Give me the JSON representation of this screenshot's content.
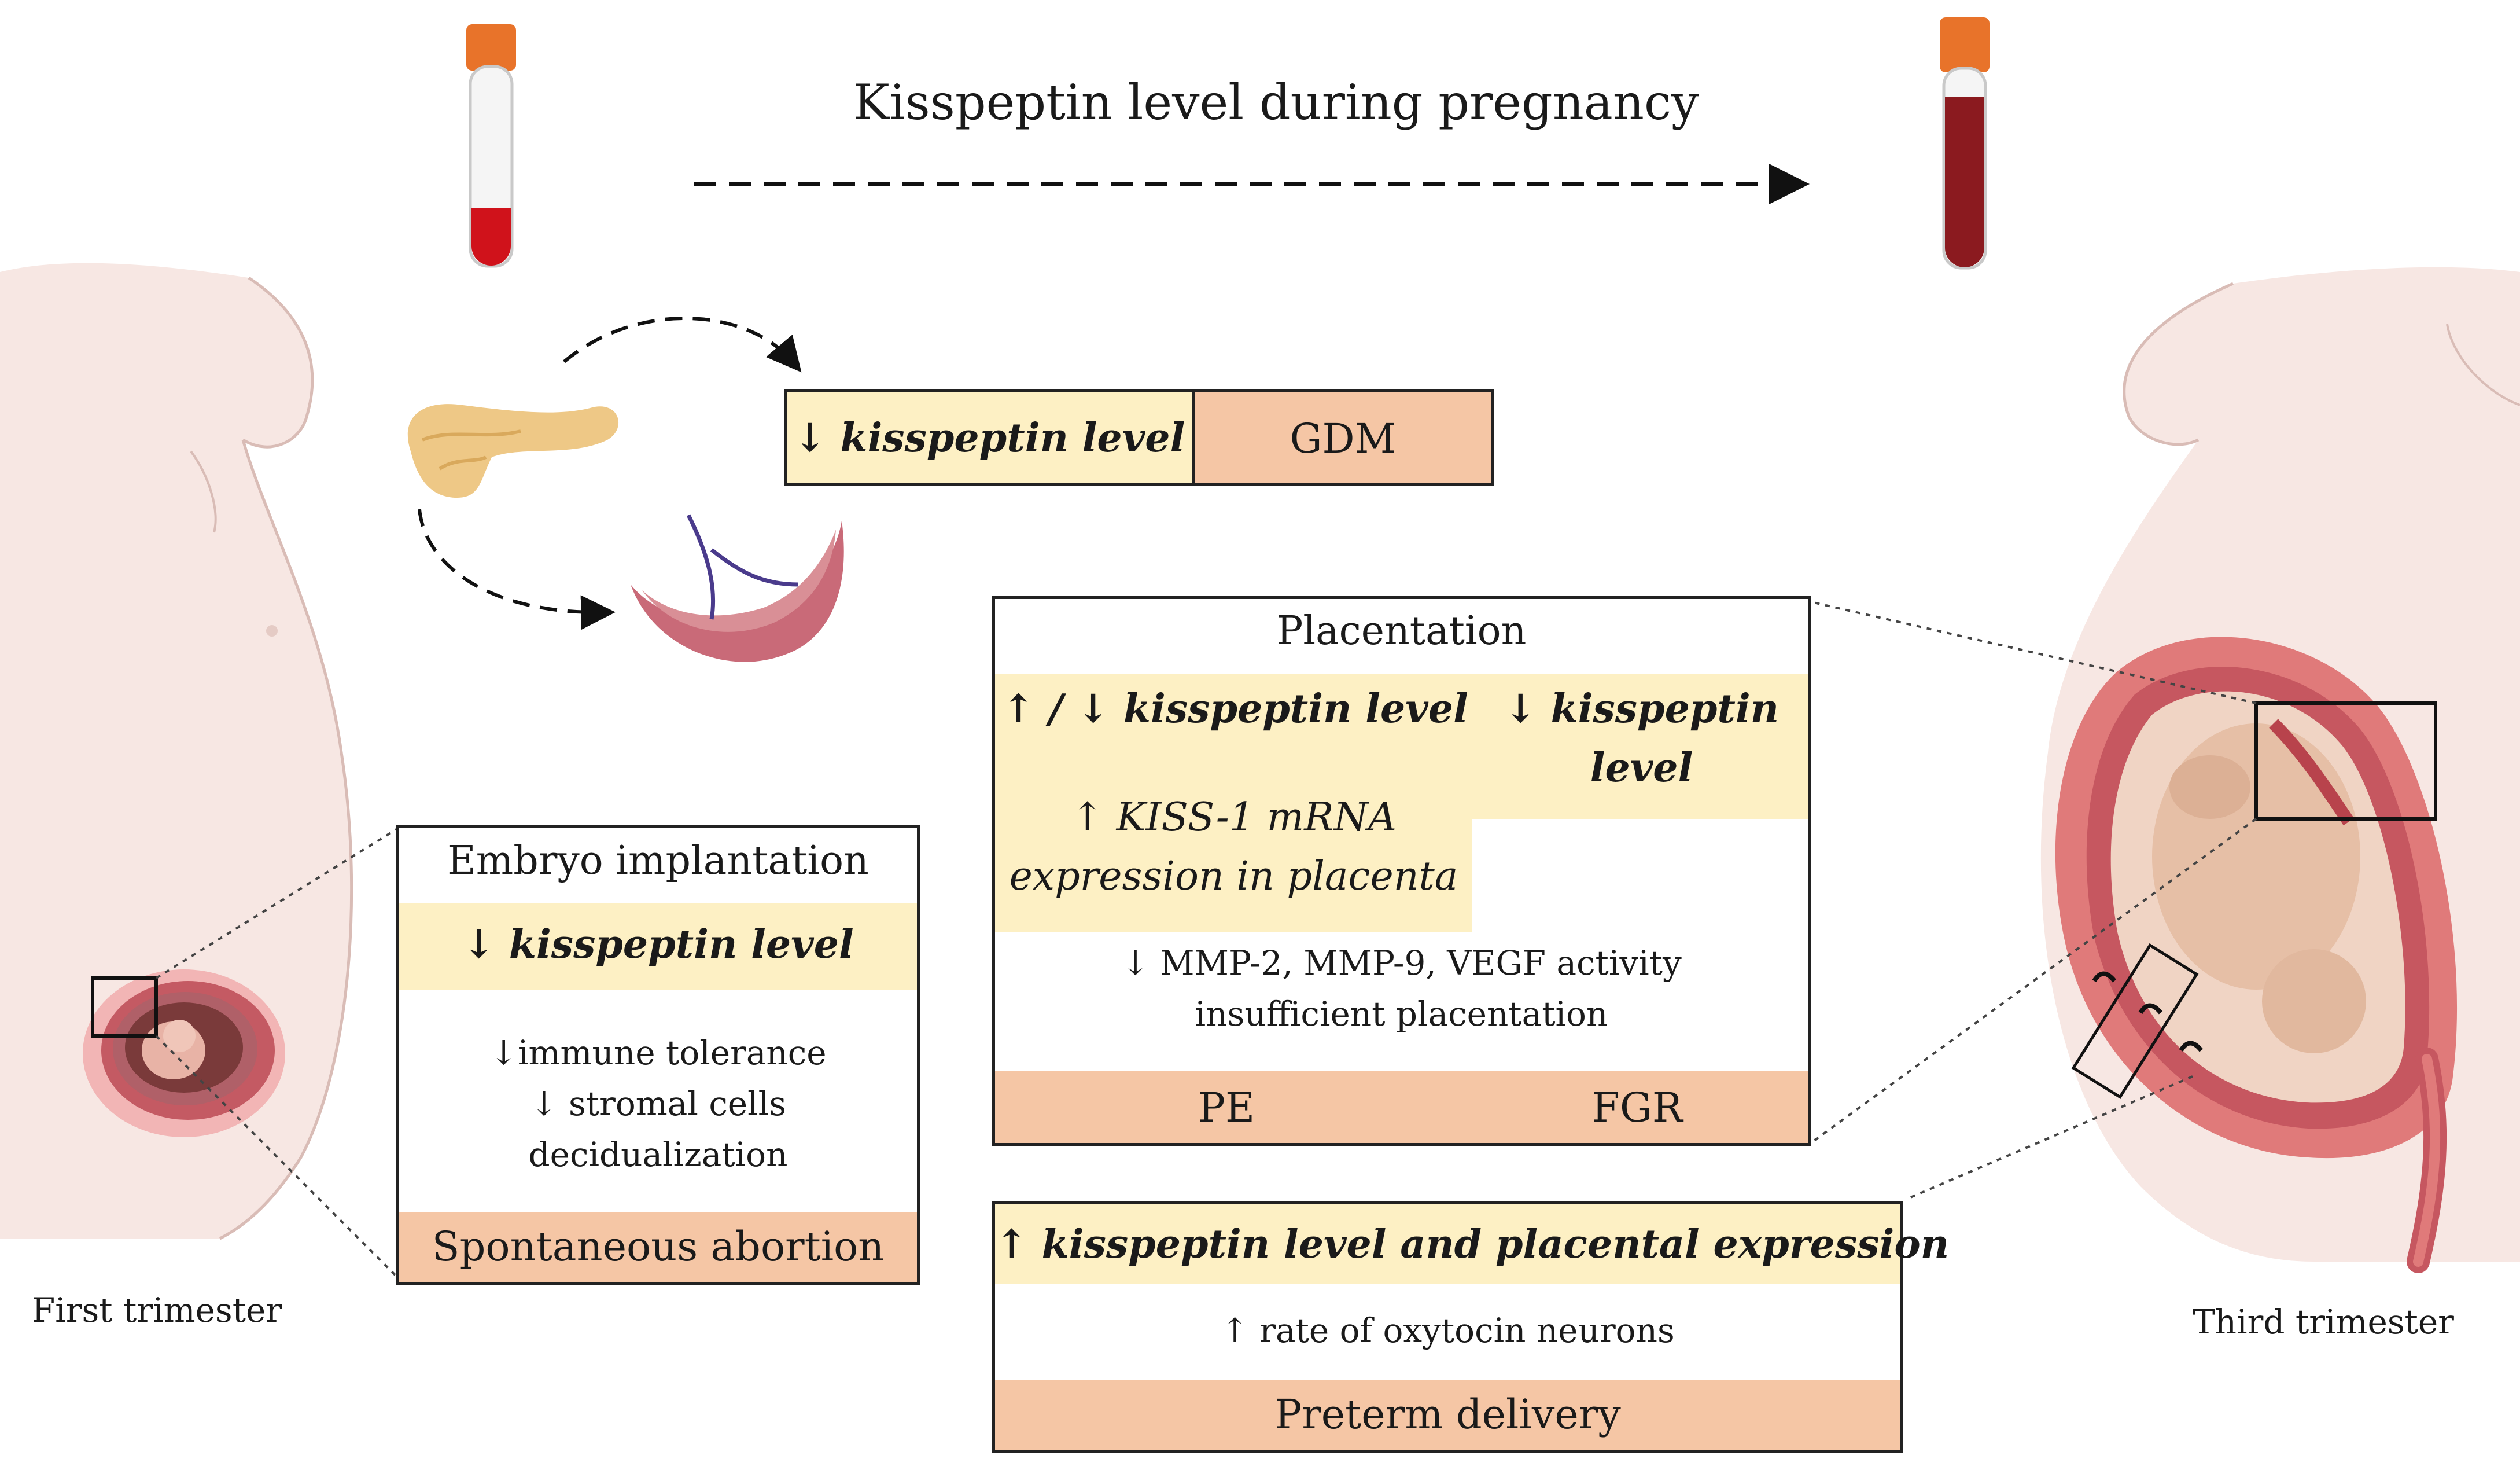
{
  "title": "Kisspeptin level during pregnancy",
  "gdm": {
    "effect": "↓ kisspeptin level",
    "outcome": "GDM"
  },
  "placentation": {
    "heading": "Placentation",
    "effect_left": "↑ / ↓ kisspeptin level",
    "effect_right_line1": "↓ kisspeptin",
    "effect_right_line2": "level",
    "mrna_line1": "↑ KISS-1 mRNA",
    "mrna_line2": "expression in placenta",
    "mechanism_line1": "↓ MMP-2, MMP-9, VEGF activity",
    "mechanism_line2": "insufficient placentation",
    "outcome_left": "PE",
    "outcome_right": "FGR"
  },
  "embryo": {
    "heading": "Embryo implantation",
    "effect": "↓ kisspeptin level",
    "line1": "↓immune tolerance",
    "line2": "↓ stromal cells",
    "line3": "decidualization",
    "outcome": "Spontaneous abortion"
  },
  "preterm": {
    "effect": "↑ kisspeptin level and placental expression",
    "mechanism": "↑ rate of oxytocin neurons",
    "outcome": "Preterm delivery"
  },
  "labels": {
    "first": "First trimester",
    "third": "Third trimester"
  },
  "colors": {
    "effect_fill": "#fdf0c4",
    "outcome_fill": "#f5c6a5",
    "blood_dark": "#8b1a1f",
    "blood_bright": "#d0121b",
    "cap": "#e8732a",
    "body": "#f8e8e4"
  }
}
